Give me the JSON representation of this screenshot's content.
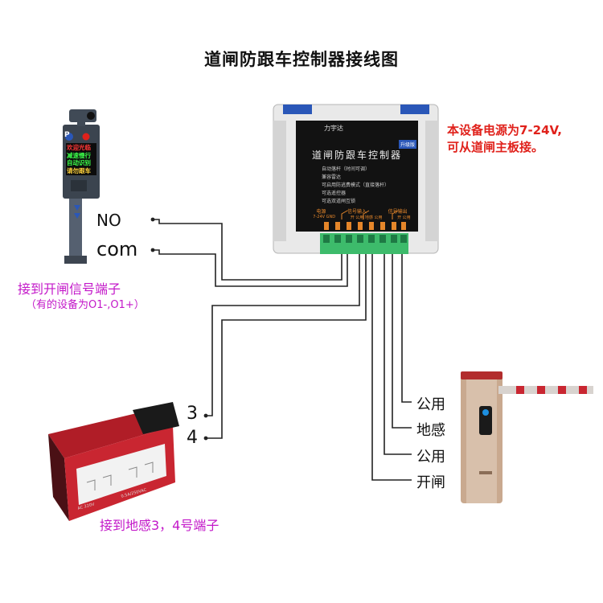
{
  "title": "道闸防跟车控制器接线图",
  "power_note": [
    "本设备电源为7-24V,",
    "可从道闸主板接。"
  ],
  "controller": {
    "name": "道闸防跟车控制器",
    "brand": "力宇达",
    "badge": "升级版",
    "features": [
      "自动落杆（时间可调）",
      "兼容雷达",
      "可启用防逃费模式（直接落杆）",
      "可选遥控器",
      "可选双道闸互锁"
    ],
    "terminal_groups": [
      "电源",
      "信号输入",
      "信号输出"
    ],
    "terminal_sub": [
      "7-24V GND",
      "开 公用 地感 公用",
      "开 公用"
    ]
  },
  "camera_display": {
    "p_mark": "P",
    "lines": [
      "欢迎光临",
      "减速慢行",
      "自动识别",
      "请勿跟车"
    ]
  },
  "left_labels": {
    "no": "NO",
    "com": "com",
    "note1": "接到开闸信号端子",
    "note2": "（有的设备为O1-,O1+）"
  },
  "loop_labels": {
    "l3": "3",
    "l4": "4"
  },
  "loop_detector": {
    "note": "接到地感3，4号端子",
    "spec1": "AC 220V",
    "spec2": "0.5A/250VAC"
  },
  "right_labels": [
    "公用",
    "地感",
    "公用",
    "开闸"
  ],
  "colors": {
    "accent_red": "#e0211b",
    "magenta": "#c318c9",
    "terminal_green": "#3dbb6b",
    "controller_face": "#111111"
  }
}
